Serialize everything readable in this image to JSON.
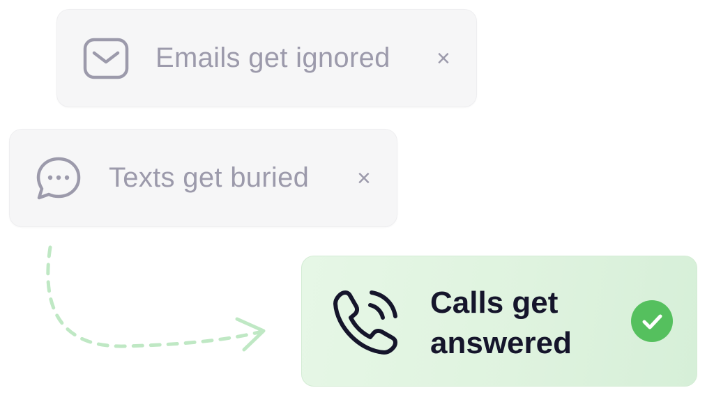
{
  "cards": [
    {
      "icon": "envelope-icon",
      "label": "Emails get ignored",
      "status": "dismissed"
    },
    {
      "icon": "chat-bubble-icon",
      "label": "Texts get buried",
      "status": "dismissed"
    },
    {
      "icon": "phone-call-icon",
      "label_line1": "Calls get",
      "label_line2": "answered",
      "status": "success"
    }
  ],
  "close_glyph": "×",
  "colors": {
    "muted_text": "#9c9aab",
    "muted_card": "#f6f6f7",
    "highlight_card": "#e2f5e2",
    "dark_text": "#15152b",
    "success": "#55c05e",
    "arrow": "#bfe8c4"
  }
}
